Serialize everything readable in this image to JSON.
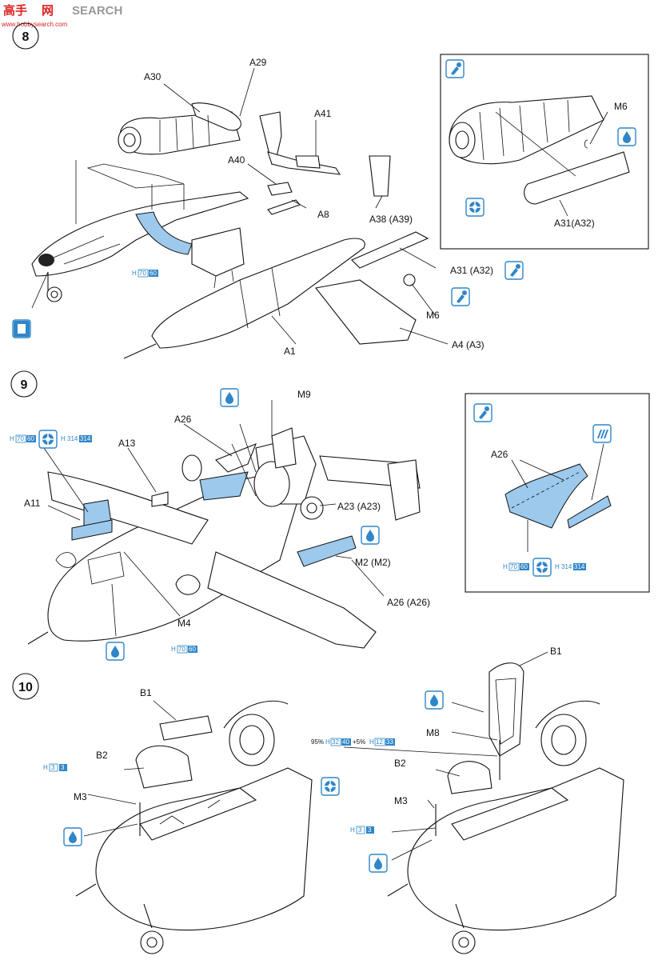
{
  "watermark": {
    "text_left": "高手",
    "text_mid": "网",
    "text_right": "SEARCH",
    "url": "www.hobbysearch.com"
  },
  "colors": {
    "accent": "#2f86c9",
    "part_fill": "#9cc9ec",
    "ink": "#111111"
  },
  "steps": [
    {
      "number": "8",
      "labels": {
        "a30": "A30",
        "a29": "A29",
        "a41": "A41",
        "a40": "A40",
        "a8": "A8",
        "a38": "A38 (A39)",
        "a31": "A31 (A32)",
        "m6": "M6",
        "a1": "A1",
        "a4": "A4 (A3)"
      },
      "color_code": {
        "h": "H",
        "n1": "70",
        "n2": "60"
      },
      "icons": [
        "cement-icon",
        "paint-icon",
        "decal-icon",
        "tape-icon"
      ],
      "inset": {
        "m6": "M6",
        "a31": "A31(A32)"
      }
    },
    {
      "number": "9",
      "labels": {
        "m9": "M9",
        "a26": "A26",
        "a13": "A13",
        "a11": "A11",
        "a23": "A23 (A23)",
        "m2": "M2 (M2)",
        "a26b": "A26 (A26)",
        "m4": "M4"
      },
      "color_codes": [
        {
          "h": "H",
          "n1": "70",
          "n2": "60"
        },
        {
          "h": "H",
          "n1": "314",
          "n2": "314"
        },
        {
          "h": "H",
          "n1": "70",
          "n2": "60"
        }
      ],
      "inset": {
        "a26": "A26",
        "codes": [
          {
            "h": "H",
            "n1": "70",
            "n2": "60"
          },
          {
            "h": "H",
            "n1": "314",
            "n2": "314"
          }
        ]
      }
    },
    {
      "number": "10",
      "labels": {
        "b1": "B1",
        "b2": "B2",
        "m3": "M3",
        "b1r": "B1",
        "m8": "M8",
        "b2r": "B2",
        "m3r": "M3"
      },
      "mix": {
        "p1": "95%",
        "h1": "H",
        "n1": "32",
        "n2": "40",
        "plus": "+5%",
        "h2": "H",
        "n3": "12",
        "n4": "33"
      },
      "codes": [
        {
          "h": "H",
          "n1": "3",
          "n2": "3"
        },
        {
          "h": "H",
          "n1": "3",
          "n2": "3"
        }
      ]
    }
  ]
}
